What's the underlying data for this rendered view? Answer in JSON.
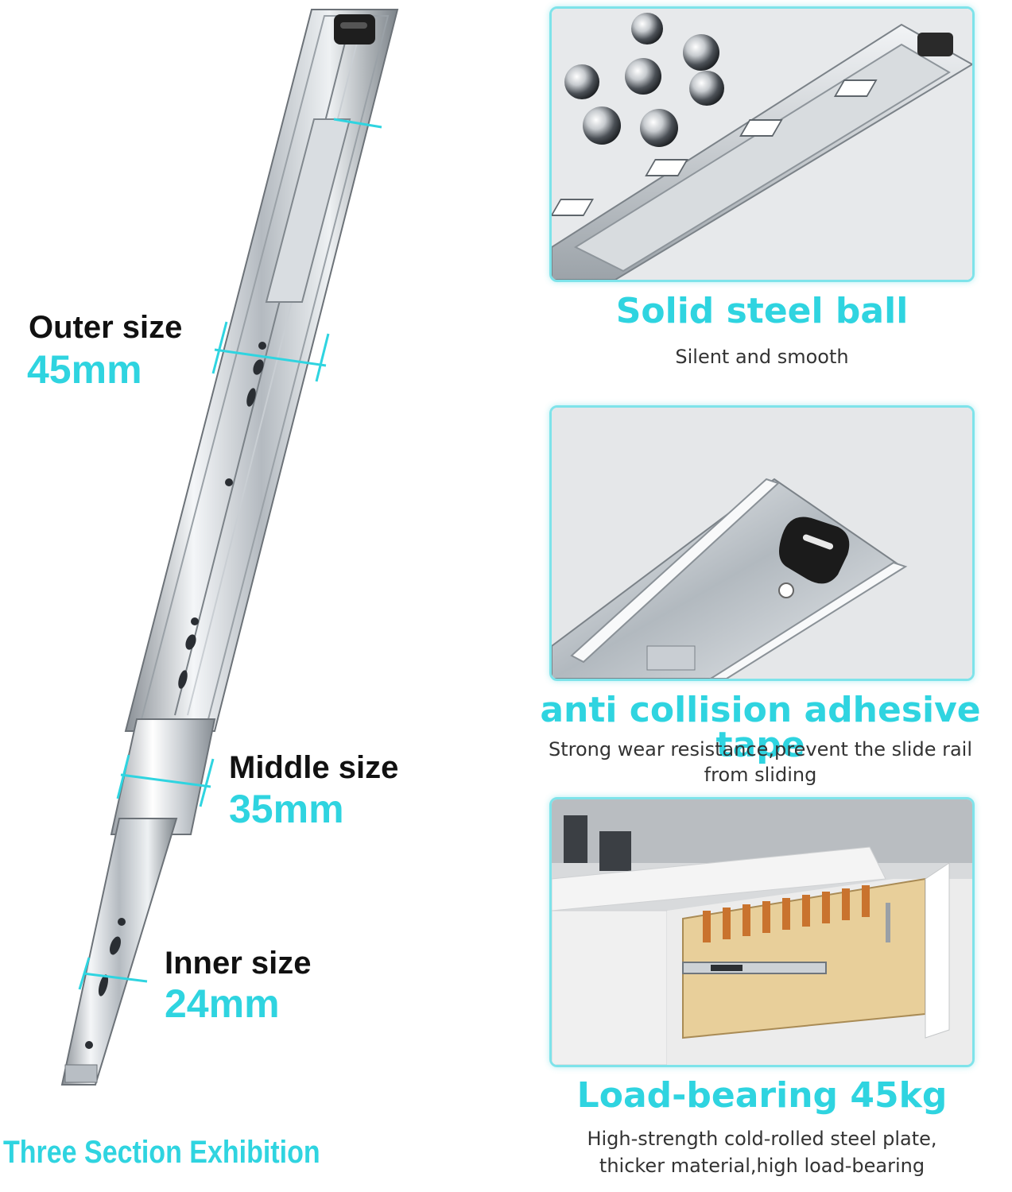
{
  "colors": {
    "accent": "#2fd4e0",
    "label": "#111111",
    "subtext": "#333333",
    "panel_border": "#7ee3ea"
  },
  "left": {
    "outer": {
      "label": "Outer size",
      "value": "45mm"
    },
    "middle": {
      "label": "Middle size",
      "value": "35mm"
    },
    "inner": {
      "label": "Inner size",
      "value": "24mm"
    },
    "caption": "Three Section Exhibition"
  },
  "features": [
    {
      "title": "Solid steel ball",
      "subtitle": "Silent and smooth"
    },
    {
      "title": "anti collision adhesive tape",
      "subtitle_line1": "Strong wear resistance,prevent the slide rail",
      "subtitle_line2": "from sliding"
    },
    {
      "title": "Load-bearing 45kg",
      "subtitle_line1": "High-strength cold-rolled steel plate,",
      "subtitle_line2": "thicker material,high load-bearing"
    }
  ]
}
